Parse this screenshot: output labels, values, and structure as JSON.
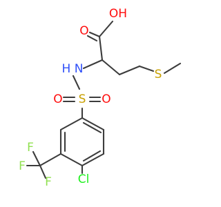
{
  "molecule": {
    "atoms": {
      "oxygen_carbonyl": "O",
      "hydroxyl": "OH",
      "amine": "H N",
      "sulfur_thioether": "S",
      "sulfur_sulfonyl": "S",
      "oxygen_sulfonyl_left": "O",
      "oxygen_sulfonyl_right": "O",
      "fluorine_top": "F",
      "fluorine_left": "F",
      "fluorine_bottom": "F",
      "chlorine": "Cl"
    },
    "colors": {
      "bond": "#3c3c3c",
      "oxygen": "#ff0d0d",
      "nitrogen": "#3050f8",
      "sulfur": "#c8a000",
      "fluorine": "#90e050",
      "chlorine": "#1ff01f"
    }
  }
}
